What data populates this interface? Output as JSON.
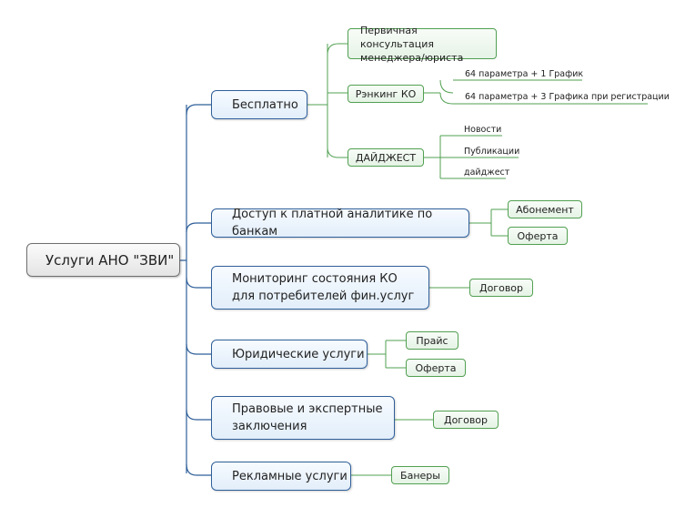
{
  "root": {
    "label": "Услуги АНО \"ЗВИ\""
  },
  "branches": {
    "free": {
      "label": "Бесплатно",
      "children": {
        "consultation": "Первичная консультация менеджера/юриста",
        "ranking": {
          "label": "Рэнкинг КО",
          "items": [
            "64 параметра + 1 График",
            "64 параметра + 3 Графика при регистрации"
          ]
        },
        "digest": {
          "label": "ДАЙДЖЕСТ",
          "items": [
            "Новости",
            "Публикации",
            "дайджест"
          ]
        }
      }
    },
    "analytics": {
      "label": "Доступ к платной аналитике по банкам",
      "children": [
        "Абонемент",
        "Оферта"
      ]
    },
    "monitoring": {
      "label": "Мониторинг состояния КО для потребителей фин.услуг",
      "children": [
        "Договор"
      ]
    },
    "legal": {
      "label": "Юридические услуги",
      "children": [
        "Прайс",
        "Оферта"
      ]
    },
    "expert": {
      "label": "Правовые и экспертные заключения",
      "children": [
        "Договор"
      ]
    },
    "ads": {
      "label": "Рекламные услуги",
      "children": [
        "Банеры"
      ]
    }
  },
  "colors": {
    "main_border": "#2f5f99",
    "leaf_border": "#52a052",
    "connector": "#2f5f99",
    "leaf_connector": "#52a052"
  }
}
